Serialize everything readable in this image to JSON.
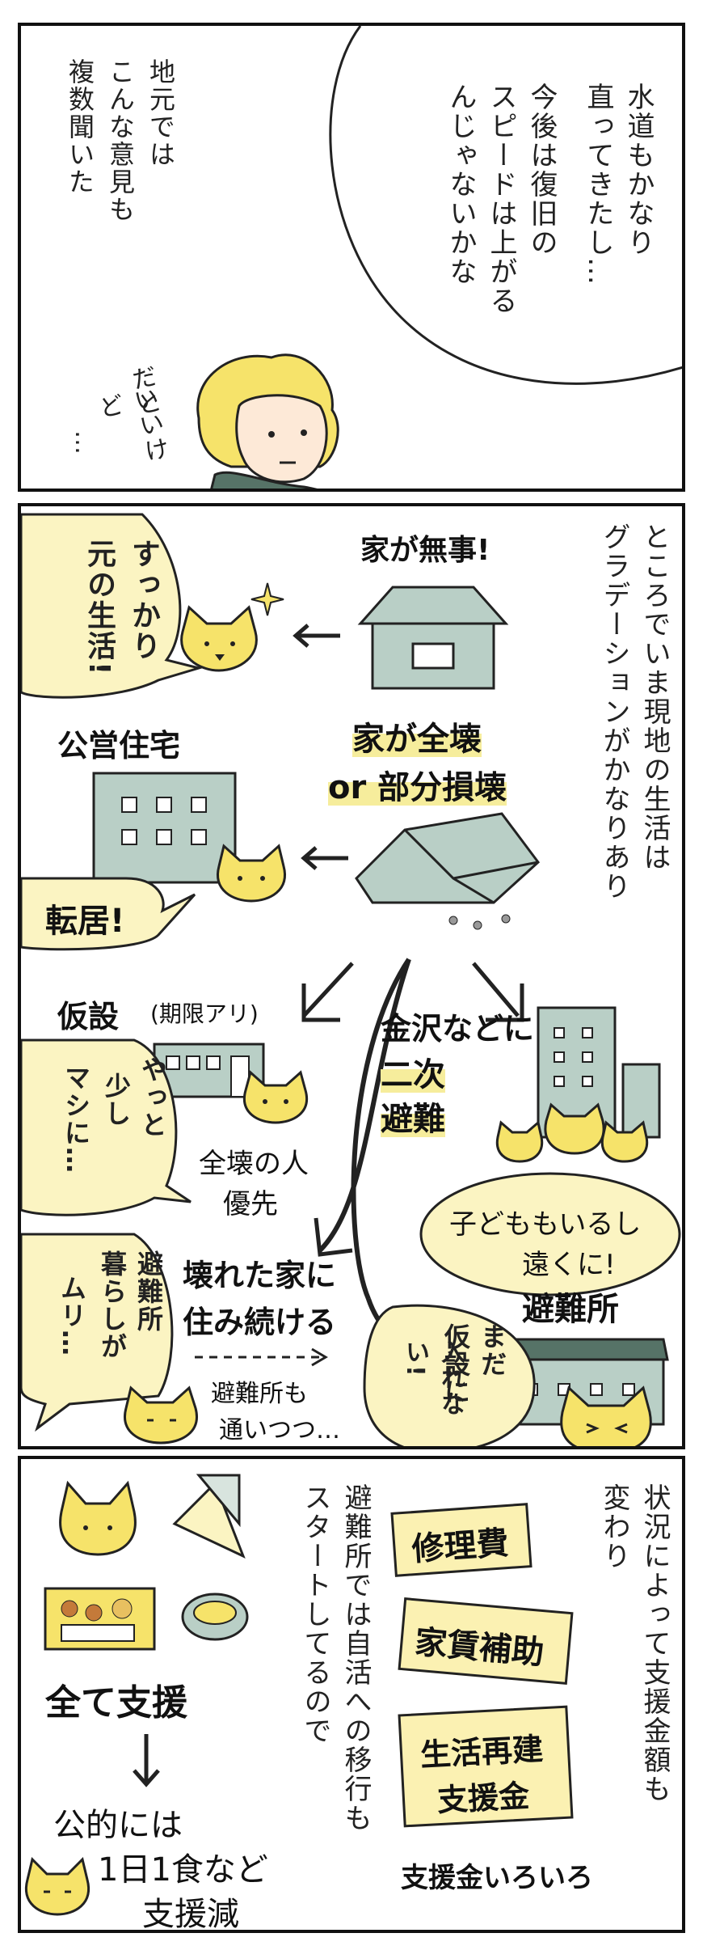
{
  "panel1": {
    "speech": [
      "水道もかなり",
      "直ってきたし…",
      "今後は復旧の",
      "スピードは上がる",
      "んじゃないかな"
    ],
    "narration": [
      "地元では",
      "こんな意見も",
      "複数聞いた"
    ],
    "mutter": [
      "だと",
      "いいけど",
      "…"
    ]
  },
  "panel2": {
    "narration": [
      "ところでいま現地の生活は",
      "グラデーションがかなりあり"
    ],
    "house_ok": "家が無事!",
    "bubble_ok": [
      "すっかり",
      "元の生活!"
    ],
    "house_destroyed": [
      "家が全壊",
      "or 部分損壊"
    ],
    "public_housing": "公営住宅",
    "bubble_move": "転居!",
    "temporary": "仮設",
    "temporary_note": "(期限アリ)",
    "bubble_temp": [
      "やっと",
      "少し",
      "マシに…"
    ],
    "priority": [
      "全壊の人",
      "優先"
    ],
    "secondary": [
      "金沢などに",
      "二次",
      "避難"
    ],
    "bubble_secondary": [
      "子どももいるし",
      "遠くに!"
    ],
    "stay_home": [
      "壊れた家に",
      "住み続ける"
    ],
    "stay_note": [
      "避難所も",
      "通いつつ…"
    ],
    "bubble_stay": [
      "避難所",
      "暮らしが",
      "ムリ…"
    ],
    "shelter": "避難所",
    "bubble_shelter": [
      "まだ",
      "仮設に",
      "入れない!"
    ]
  },
  "panel3": {
    "narration": [
      "状況によって支援金額も",
      "変わり"
    ],
    "cards": [
      "修理費",
      "家賃補助",
      "生活再建",
      "支援金"
    ],
    "support_caption": "支援金いろいろ",
    "narration2": [
      "避難所では自活への移行も",
      "スタートしてるので"
    ],
    "all_support": "全て支援",
    "public": [
      "公的には",
      "1日1食など",
      "支援減"
    ]
  },
  "colors": {
    "yellow": "#f6e36a",
    "highlight": "#f6ed9c",
    "green_gray": "#b9cfc6"
  }
}
